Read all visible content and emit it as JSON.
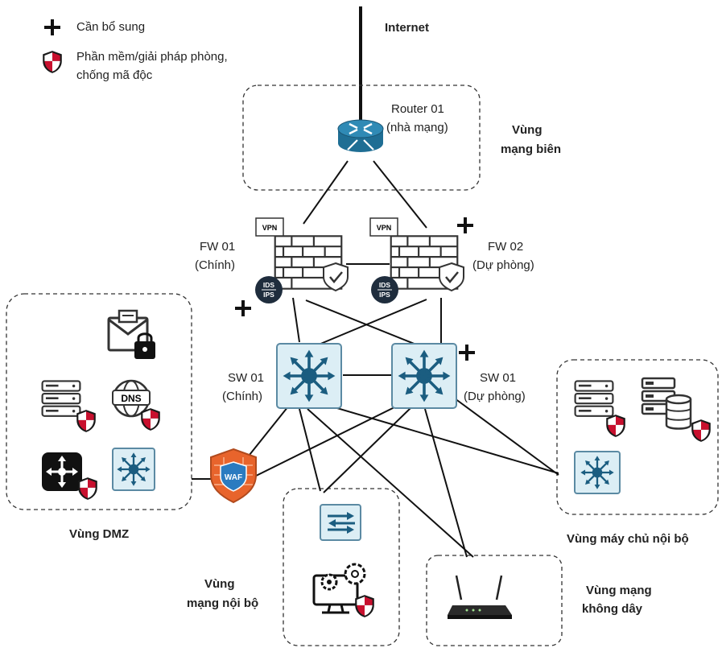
{
  "legend": {
    "add_label": "Cần bổ sung",
    "malware_label_line1": "Phần mềm/giải pháp phòng,",
    "malware_label_line2": "chống mã độc"
  },
  "internet_label": "Internet",
  "router": {
    "name": "Router 01",
    "sub": "(nhà mạng)"
  },
  "zones": {
    "border": {
      "line1": "Vùng",
      "line2": "mạng biên"
    },
    "dmz": {
      "label": "Vùng DMZ"
    },
    "internal_servers": {
      "label": "Vùng máy chủ nội bộ"
    },
    "internal_lan": {
      "line1": "Vùng",
      "line2": "mạng nội bộ"
    },
    "wireless": {
      "line1": "Vùng mạng",
      "line2": "không dây"
    }
  },
  "firewalls": [
    {
      "name": "FW 01",
      "role": "(Chính)",
      "vpn": "VPN",
      "ids": "IDS",
      "ips": "IPS"
    },
    {
      "name": "FW 02",
      "role": "(Dự phòng)",
      "vpn": "VPN",
      "ids": "IDS",
      "ips": "IPS"
    }
  ],
  "switches": [
    {
      "name": "SW 01",
      "role": "(Chính)"
    },
    {
      "name": "SW 01",
      "role": "(Dự phòng)"
    }
  ],
  "waf_label": "WAF",
  "dns_label": "DNS",
  "colors": {
    "router_blue": "#1f6e94",
    "switch_bg": "#dceef5",
    "switch_icon": "#1b5d80",
    "shield_red": "#c8102e",
    "waf_orange": "#e8642c",
    "waf_blue": "#2b7bc0"
  }
}
